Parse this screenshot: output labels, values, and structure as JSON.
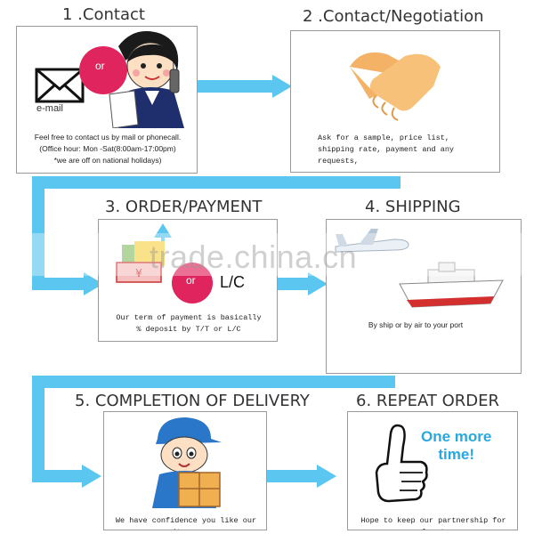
{
  "steps": [
    {
      "title": "1 .Contact",
      "email_label": "e-mail",
      "or_label": "or",
      "desc_lines": [
        "Feel free to contact us by mail or phonecall.",
        "(Office hour: Mon -Sat(8:00am-17:00pm)",
        "*we are off on national holidays)"
      ]
    },
    {
      "title": "2 .Contact/Negotiation",
      "desc_lines": [
        "Ask for a sample, price list,",
        "shipping rate, payment and any requests,"
      ]
    },
    {
      "title": "3. ORDER/PAYMENT",
      "or_label": "or",
      "lc_label": "L/C",
      "desc_lines": [
        "Our term of payment is basically",
        "% deposit by T/T or L/C"
      ]
    },
    {
      "title": "4. SHIPPING",
      "desc_lines": [
        "By ship or by air to your port"
      ]
    },
    {
      "title": "5. COMPLETION OF DELIVERY",
      "desc_lines": [
        "We have confidence you like our items."
      ]
    },
    {
      "title": "6. REPEAT ORDER",
      "callout_lines": [
        "One more",
        "time!"
      ],
      "desc_lines": [
        "Hope to keep our partnership for long!"
      ]
    }
  ],
  "watermark": "trade.china.cn",
  "colors": {
    "flow": "#5bc7f0",
    "or_circle": "#e0245e",
    "callout": "#29a8e0"
  }
}
